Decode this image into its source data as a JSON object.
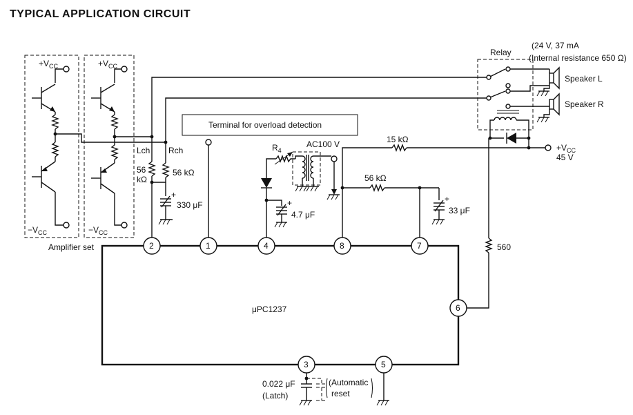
{
  "title": "TYPICAL APPLICATION CIRCUIT",
  "ic": {
    "name": "μPC1237"
  },
  "pins": [
    "1",
    "2",
    "3",
    "4",
    "5",
    "6",
    "7",
    "8"
  ],
  "amplifier": {
    "label": "Amplifier set",
    "vcc_pos": "+V",
    "vcc_neg": "−V",
    "vcc_sub": "CC"
  },
  "channels": {
    "left": "Lch",
    "right": "Rch"
  },
  "components": {
    "r_56k_l_top": "56",
    "r_56k_l_bot": "kΩ",
    "r_56k_r": "56 kΩ",
    "c_330": "330 μF",
    "r4": "R",
    "r4_sub": "4",
    "ac": "AC100 V",
    "c_4_7": "4.7 μF",
    "r_15k": "15 kΩ",
    "r_56k_7": "56 kΩ",
    "c_33": "33 μF",
    "r_560": "560",
    "c_latch": "0.022 μF",
    "latch": "(Latch)",
    "auto_reset_1": "(Automatic",
    "auto_reset_2": "reset",
    "plus": "+"
  },
  "overload_terminal": "Terminal for overload detection",
  "relay": {
    "label": "Relay",
    "spec_line1": "24 V, 37 mA",
    "spec_line2": "Internal resistance 650 Ω"
  },
  "speakers": {
    "left": "Speaker L",
    "right": "Speaker R"
  },
  "supply": {
    "vcc": "+V",
    "vcc_sub": "CC",
    "voltage": "45 V"
  }
}
